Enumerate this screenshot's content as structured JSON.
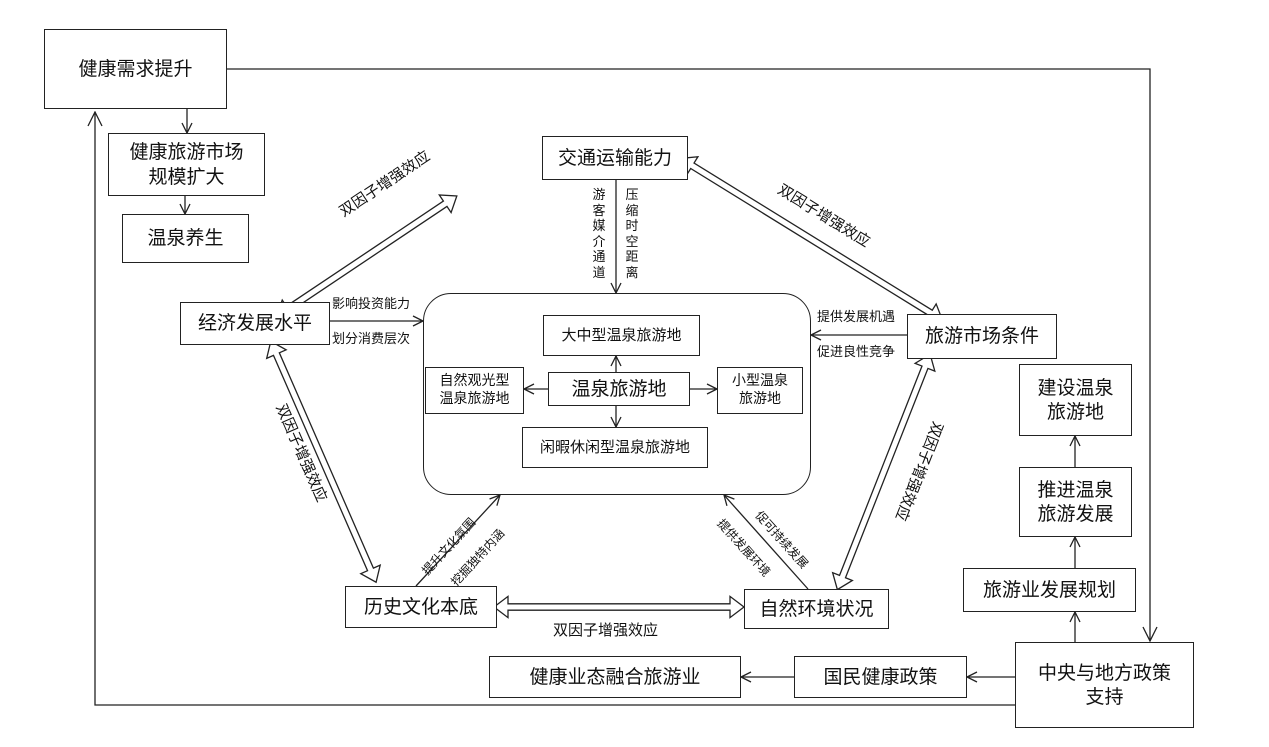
{
  "nodes": {
    "health_demand": "健康需求提升",
    "market_expand": "健康旅游市场\n规模扩大",
    "hot_spring_health": "温泉养生",
    "transport": "交通运输能力",
    "economy": "经济发展水平",
    "market_conditions": "旅游市场条件",
    "hot_spring_dest": "温泉旅游地",
    "large_medium": "大中型温泉旅游地",
    "natural_sightseeing": "自然观光型\n温泉旅游地",
    "small": "小型温泉\n旅游地",
    "leisure": "闲暇休闲型温泉旅游地",
    "build": "建设温泉\n旅游地",
    "promote": "推进温泉\n旅游发展",
    "planning": "旅游业发展规划",
    "history": "历史文化本底",
    "nature_env": "自然环境状况",
    "policy": "中央与地方政策\n支持",
    "national_health": "国民健康政策",
    "health_fusion": "健康业态融合旅游业"
  },
  "labels": {
    "double_factor_tl": "双因子增强效应",
    "double_factor_tr": "双因子增强效应",
    "double_factor_l": "双因子增强效应",
    "double_factor_r": "双因子增强效应",
    "double_factor_b": "双因子增强效应",
    "tourist_channel": "游客媒介通道",
    "compress_distance": "压缩时空距离",
    "invest_capacity": "影响投资能力",
    "consumption_level": "划分消费层次",
    "dev_opportunity": "提供发展机遇",
    "competition": "促进良性竞争",
    "cultural_atmosphere": "提升文化氛围",
    "unique_connotation": "挖掘独特内涵",
    "dev_environment": "提供发展环境",
    "sustainable": "促可持续发展"
  }
}
